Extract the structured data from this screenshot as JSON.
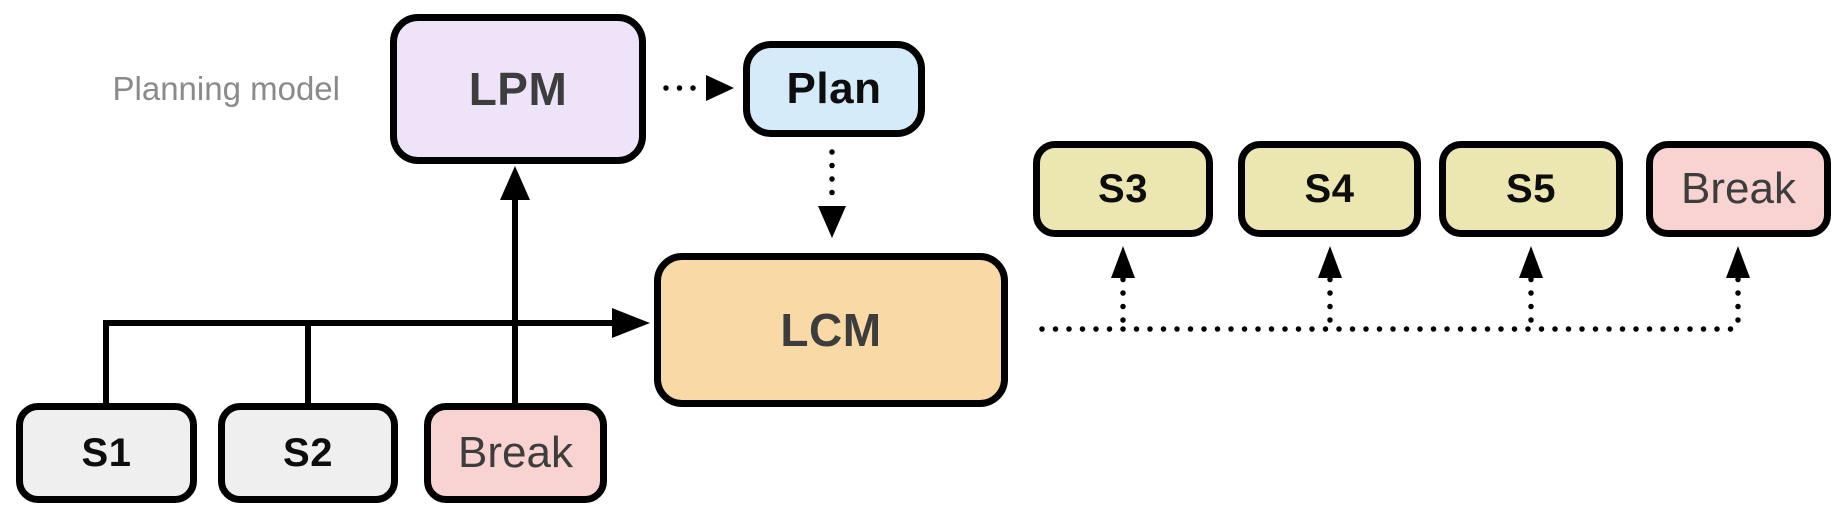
{
  "annotation": {
    "text": "Planning model"
  },
  "nodes": {
    "lpm": {
      "label": "LPM"
    },
    "plan": {
      "label": "Plan"
    },
    "lcm": {
      "label": "LCM"
    },
    "s1": {
      "label": "S1"
    },
    "s2": {
      "label": "S2"
    },
    "break_left": {
      "label": "Break"
    },
    "s3": {
      "label": "S3"
    },
    "s4": {
      "label": "S4"
    },
    "s5": {
      "label": "S5"
    },
    "break_right": {
      "label": "Break"
    }
  },
  "edges": [
    {
      "from": "s1",
      "to": "lcm",
      "style": "solid"
    },
    {
      "from": "s2",
      "to": "lcm",
      "style": "solid"
    },
    {
      "from": "break_left",
      "to": "lcm",
      "style": "solid"
    },
    {
      "from": "break_left",
      "to": "lpm",
      "style": "solid"
    },
    {
      "from": "lpm",
      "to": "plan",
      "style": "dotted"
    },
    {
      "from": "plan",
      "to": "lcm",
      "style": "dotted"
    },
    {
      "from": "lcm",
      "to": "s3",
      "style": "dotted"
    },
    {
      "from": "lcm",
      "to": "s4",
      "style": "dotted"
    },
    {
      "from": "lcm",
      "to": "s5",
      "style": "dotted"
    },
    {
      "from": "lcm",
      "to": "break_right",
      "style": "dotted"
    }
  ],
  "colors": {
    "background": "#ffffff",
    "border": "#000000",
    "lpm_fill": "#efe3fa",
    "plan_fill": "#d5ebfa",
    "lcm_fill": "#f9d9a5",
    "past_step_fill": "#efefef",
    "future_step_fill": "#ece7b0",
    "break_fill": "#f9d2d2",
    "dark_label": "#3d3d3d",
    "black_label": "#0d0d0d",
    "annotation_text": "#8a8a8a"
  }
}
